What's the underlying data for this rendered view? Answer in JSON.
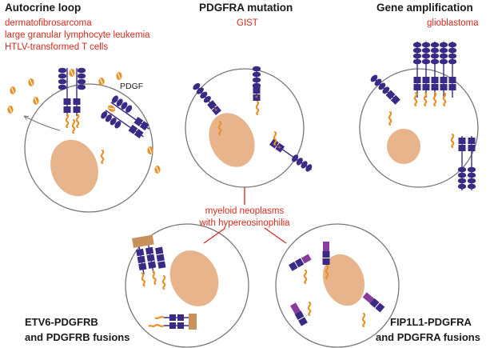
{
  "panels": {
    "autocrine": {
      "title": "Autocrine loop",
      "diseases": [
        "dermatofibrosarcoma",
        "large granular lymphocyte leukemia",
        "HTLV-transformed T cells"
      ],
      "ligand_label": "PDGF"
    },
    "mutation": {
      "title": "PDGFRA mutation",
      "diseases": [
        "GIST"
      ]
    },
    "amplification": {
      "title": "Gene amplification",
      "diseases": [
        "glioblastoma"
      ]
    },
    "myeloid": {
      "lines": [
        "myeloid neoplasms",
        "with hypereosinophilia"
      ]
    },
    "etv6": {
      "lines": [
        "ETV6-PDGFRB",
        "and PDGFRB fusions"
      ]
    },
    "fip1l1": {
      "lines": [
        "FIP1L1-PDGFRA",
        "and PDGFRA fusions"
      ]
    }
  },
  "colors": {
    "receptor": "#3a2a86",
    "nucleus": "#e7b48c",
    "kinase_tail": "#e8922a",
    "membrane": "#777777",
    "disease_text": "#d62a1e",
    "etv6_domain": "#c8905a",
    "fip1l1_domain": "#8a3c9c"
  }
}
